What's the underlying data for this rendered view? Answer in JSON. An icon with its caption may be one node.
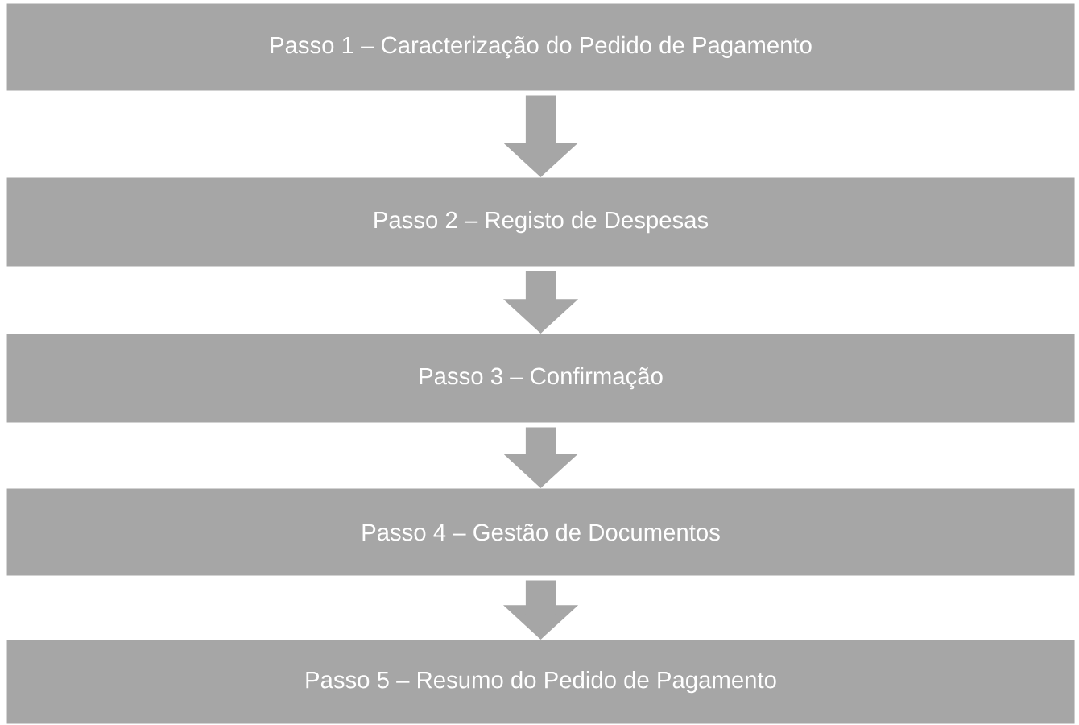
{
  "diagram": {
    "nodes": [
      {
        "text": [
          "Passo 1 – Caracterização do Pedido de Pagamento"
        ]
      },
      {
        "text": [
          "Passo 2 – Registo de Despesas"
        ]
      },
      {
        "text": [
          "Passo 3 – Confirmação"
        ]
      },
      {
        "text": [
          "Passo 4 – Gestão de Documentos"
        ]
      },
      {
        "text": [
          "Passo 5 – Resumo do Pedido de Pagamento"
        ]
      }
    ],
    "edges": [
      {
        "from": 0,
        "to": 1,
        "arrow": "to"
      },
      {
        "from": 1,
        "to": 2,
        "arrow": "to"
      },
      {
        "from": 2,
        "to": 3,
        "arrow": "to"
      },
      {
        "from": 3,
        "to": 4,
        "arrow": "to"
      }
    ]
  }
}
